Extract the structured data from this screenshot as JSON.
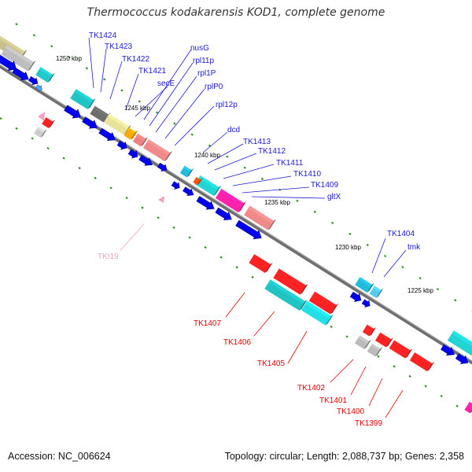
{
  "title": "Thermococcus kodakarensis KOD1, complete genome",
  "footer": {
    "accession": "Accession: NC_006624",
    "summary": "Topology: circular; Length: 2,088,737 bp; Genes: 2,358"
  },
  "scale_labels": [
    "1250 kbp",
    "1245 kbp",
    "1240 kbp",
    "1235 kbp",
    "1230 kbp",
    "1225 kbp"
  ],
  "top_gene_labels": [
    "TK1424",
    "TK1423",
    "TK1422",
    "TK1421",
    "secE",
    "nusG",
    "rpl11p",
    "rpl1P",
    "rplP0",
    "rpl12p",
    "dcd",
    "TK1413",
    "TK1412",
    "TK1411",
    "TK1410",
    "TK1409",
    "gltX",
    "TK1404",
    "tmk"
  ],
  "bottom_gene_labels": [
    "TK1407",
    "TK1406",
    "TK1405",
    "TK1402",
    "TK1401",
    "TK1400",
    "TK1399"
  ],
  "other_labels": [
    "TKt19"
  ],
  "colors": {
    "backbone": "#7a7a7a",
    "cds_arrow": "#0000ee",
    "label_top": "#1a1ad6",
    "label_bottom": "#e00000",
    "trna_pink": "#f3a2c2",
    "tick": "#2a8a1a"
  }
}
